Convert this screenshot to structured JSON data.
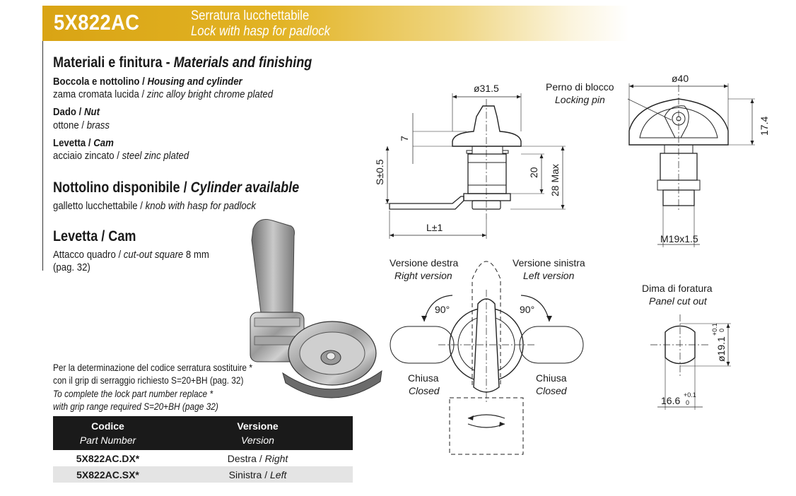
{
  "header": {
    "code": "5X822AC",
    "title_it": "Serratura lucchettabile",
    "title_en": "Lock with hasp for padlock"
  },
  "materials": {
    "heading_it": "Materiali e finitura - ",
    "heading_en": "Materials and finishing",
    "housing_label_it": "Boccola e nottolino / ",
    "housing_label_en": "Housing and cylinder",
    "housing_value_it": "zama cromata lucida / ",
    "housing_value_en": "zinc alloy bright chrome plated",
    "nut_label_it": "Dado / ",
    "nut_label_en": "Nut",
    "nut_value_it": "ottone / ",
    "nut_value_en": "brass",
    "cam_label_it": "Levetta / ",
    "cam_label_en": "Cam",
    "cam_value_it": "acciaio zincato / ",
    "cam_value_en": "steel zinc plated"
  },
  "cylinder": {
    "heading_it": "Nottolino disponibile / ",
    "heading_en": "Cylinder available",
    "value_it": "galletto lucchettabile / ",
    "value_en": "knob with hasp for padlock"
  },
  "cam": {
    "heading": "Levetta / Cam",
    "value_it": "Attacco quadro / ",
    "value_en": "cut-out square",
    "value_size": " 8 mm",
    "page_ref": "(pag. 32)"
  },
  "note": {
    "line1_it": "Per la determinazione del codice serratura sostituire *",
    "line2_it": "con il grip di serraggio richiesto S=20+BH  (pag. 32)",
    "line1_en": "To complete the lock part number replace *",
    "line2_en": "with grip range required S=20+BH  (page 32)"
  },
  "table": {
    "col1_header": "Codice",
    "col1_sub": "Part Number",
    "col2_header": "Versione",
    "col2_sub": "Version",
    "rows": [
      {
        "code": "5X822AC.DX*",
        "version_it": "Destra / ",
        "version_en": "Right"
      },
      {
        "code": "5X822AC.SX*",
        "version_it": "Sinistra / ",
        "version_en": "Left"
      }
    ]
  },
  "drawing": {
    "dim_d31": "ø31.5",
    "dim_7": "7",
    "dim_s": "S±0.5",
    "dim_20": "20",
    "dim_28": "28 Max",
    "dim_l": "L±1",
    "pin_it": "Perno di blocco",
    "pin_en": "Locking pin",
    "dim_d40": "ø40",
    "dim_174": "17.4",
    "dim_m19": "M19x1.5",
    "right_it": "Versione destra",
    "right_en": "Right version",
    "left_it": "Versione sinistra",
    "left_en": "Left version",
    "angle_left": "90°",
    "angle_right": "90°",
    "closed_it_left": "Chiusa",
    "closed_en_left": "Closed",
    "closed_it_right": "Chiusa",
    "closed_en_right": "Closed",
    "cutout_it": "Dima di foratura",
    "cutout_en": "Panel cut out",
    "dim_191": "ø19.1",
    "dim_191_tol_up": "+0.1",
    "dim_191_tol_lo": "0",
    "dim_166": "16.6",
    "dim_166_tol_up": "+0.1",
    "dim_166_tol_lo": "0"
  }
}
